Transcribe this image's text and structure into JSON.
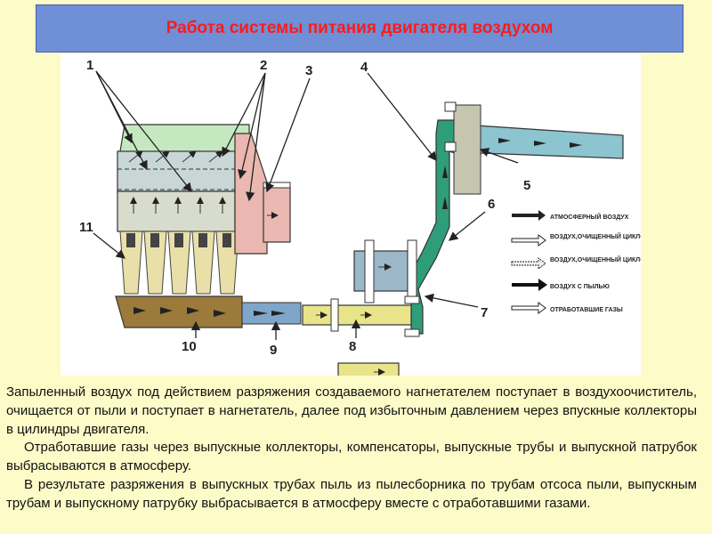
{
  "title": "Работа системы питания двигателя воздухом",
  "colors": {
    "background": "#fdfbc8",
    "title_bar": "#6f8fd6",
    "title_text": "#ff1a1a",
    "pipe_green": "#2f9c7a",
    "intake_blue": "#7fa6c8",
    "dust_brown": "#9c7a3c",
    "exhaust_yellow": "#e8e48a",
    "compensator_pink": "#eab8b0"
  },
  "callouts": [
    "1",
    "2",
    "3",
    "4",
    "5",
    "6",
    "7",
    "8",
    "9",
    "10",
    "11"
  ],
  "legend": [
    {
      "label": "АТМОСФЕРНЫЙ ВОЗДУХ",
      "icon": "atmospheric-air-arrow-icon"
    },
    {
      "label": "ВОЗДУХ,ОЧИЩЕННЫЙ ЦИКЛОНАМИ",
      "icon": "cyclone-cleaned-air-arrow-icon"
    },
    {
      "label": "ВОЗДУХ,ОЧИЩЕННЫЙ ЦИКЛОНАМИ И КАССЕТАМИ",
      "icon": "fully-cleaned-air-arrow-icon"
    },
    {
      "label": "ВОЗДУХ С ПЫЛЬЮ",
      "icon": "dusty-air-arrow-icon"
    },
    {
      "label": "ОТРАБОТАВШИЕ ГАЗЫ",
      "icon": "exhaust-gas-arrow-icon"
    }
  ],
  "paragraphs": [
    "Запыленный воздух под действием разряжения создаваемого нагнетателем поступает в воздухоочиститель, очищается от пыли и поступает в нагнетатель, далее под избыточным давлением через впускные коллекторы в цилиндры двигателя.",
    "Отработавшие газы через выпускные коллекторы, компенсаторы, выпускные трубы и выпускной патрубок выбрасываются в атмосферу.",
    "В результате разряжения в выпускных трубах пыль из пылесборника по трубам отсоса пыли, выпускным трубам  и выпускному патрубку выбрасывается в атмосферу вместе с отработавшими газами."
  ]
}
